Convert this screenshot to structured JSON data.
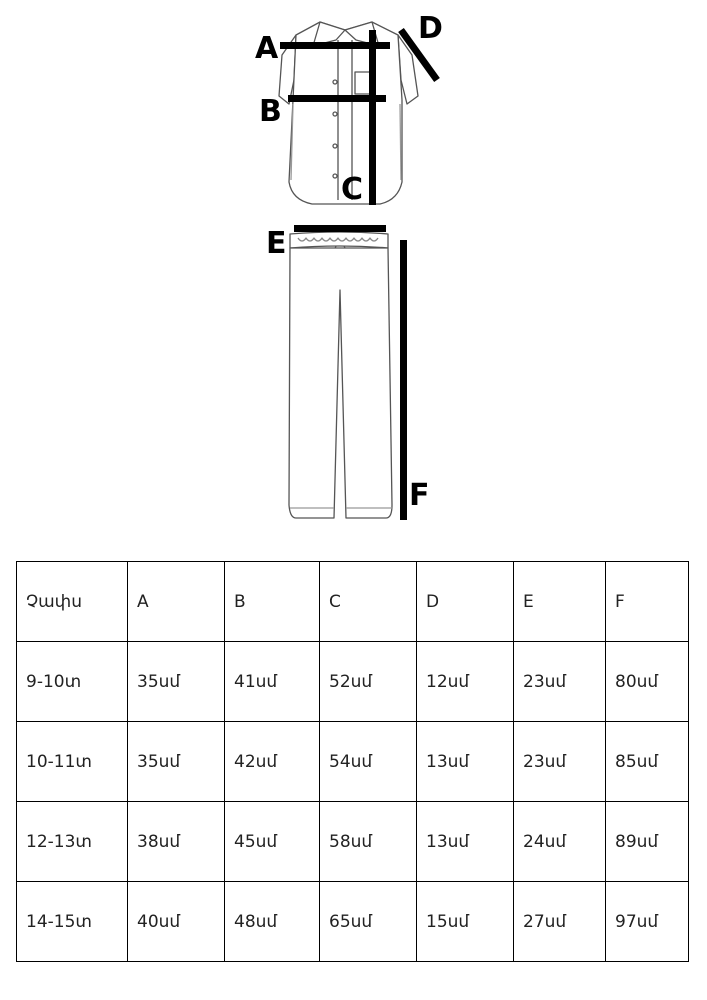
{
  "diagram": {
    "labels": {
      "a": "A",
      "b": "B",
      "c": "C",
      "d": "D",
      "e": "E",
      "f": "F"
    }
  },
  "table": {
    "headers": [
      "Չափս",
      "A",
      "B",
      "C",
      "D",
      "E",
      "F"
    ],
    "rows": [
      [
        "9-10տ",
        "35սմ",
        "41սմ",
        "52սմ",
        "12սմ",
        "23սմ",
        "80սմ"
      ],
      [
        "10-11տ",
        "35սմ",
        "42սմ",
        "54սմ",
        "13սմ",
        "23սմ",
        "85սմ"
      ],
      [
        "12-13տ",
        "38սմ",
        "45սմ",
        "58սմ",
        "13սմ",
        "24սմ",
        "89սմ"
      ],
      [
        "14-15տ",
        "40սմ",
        "48սմ",
        "65սմ",
        "15սմ",
        "27սմ",
        "97սմ"
      ]
    ]
  }
}
